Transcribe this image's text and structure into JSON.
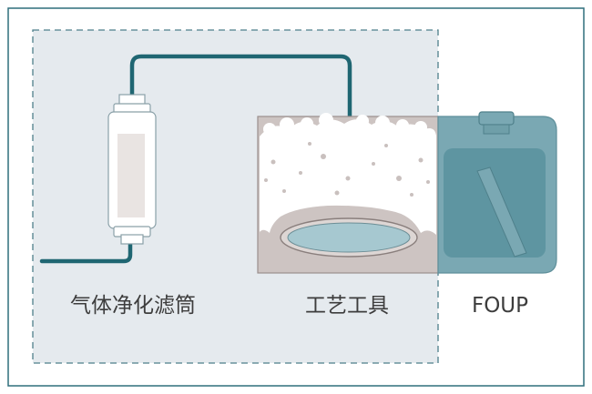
{
  "labels": {
    "filter": "气体净化滤筒",
    "process_tool": "工艺工具",
    "foup": "FOUP"
  },
  "colors": {
    "frame_border": "#2f6f7c",
    "dashed_border": "#4e7f8a",
    "zone_fill": "#e5eaee",
    "pipe": "#1f6672",
    "filter_body": "#ffffff",
    "filter_stroke": "#8aa0a8",
    "filter_inner": "#e9e4e2",
    "chamber_fill": "#cdc4c2",
    "chamber_stroke": "#9a8f8d",
    "bubbles": "#ffffff",
    "wafer": "#a6c8d0",
    "foup_body": "#7aa8b3",
    "foup_inner": "#5e95a1",
    "foup_window": "#6f9fa9",
    "text": "#3d3d3d"
  }
}
